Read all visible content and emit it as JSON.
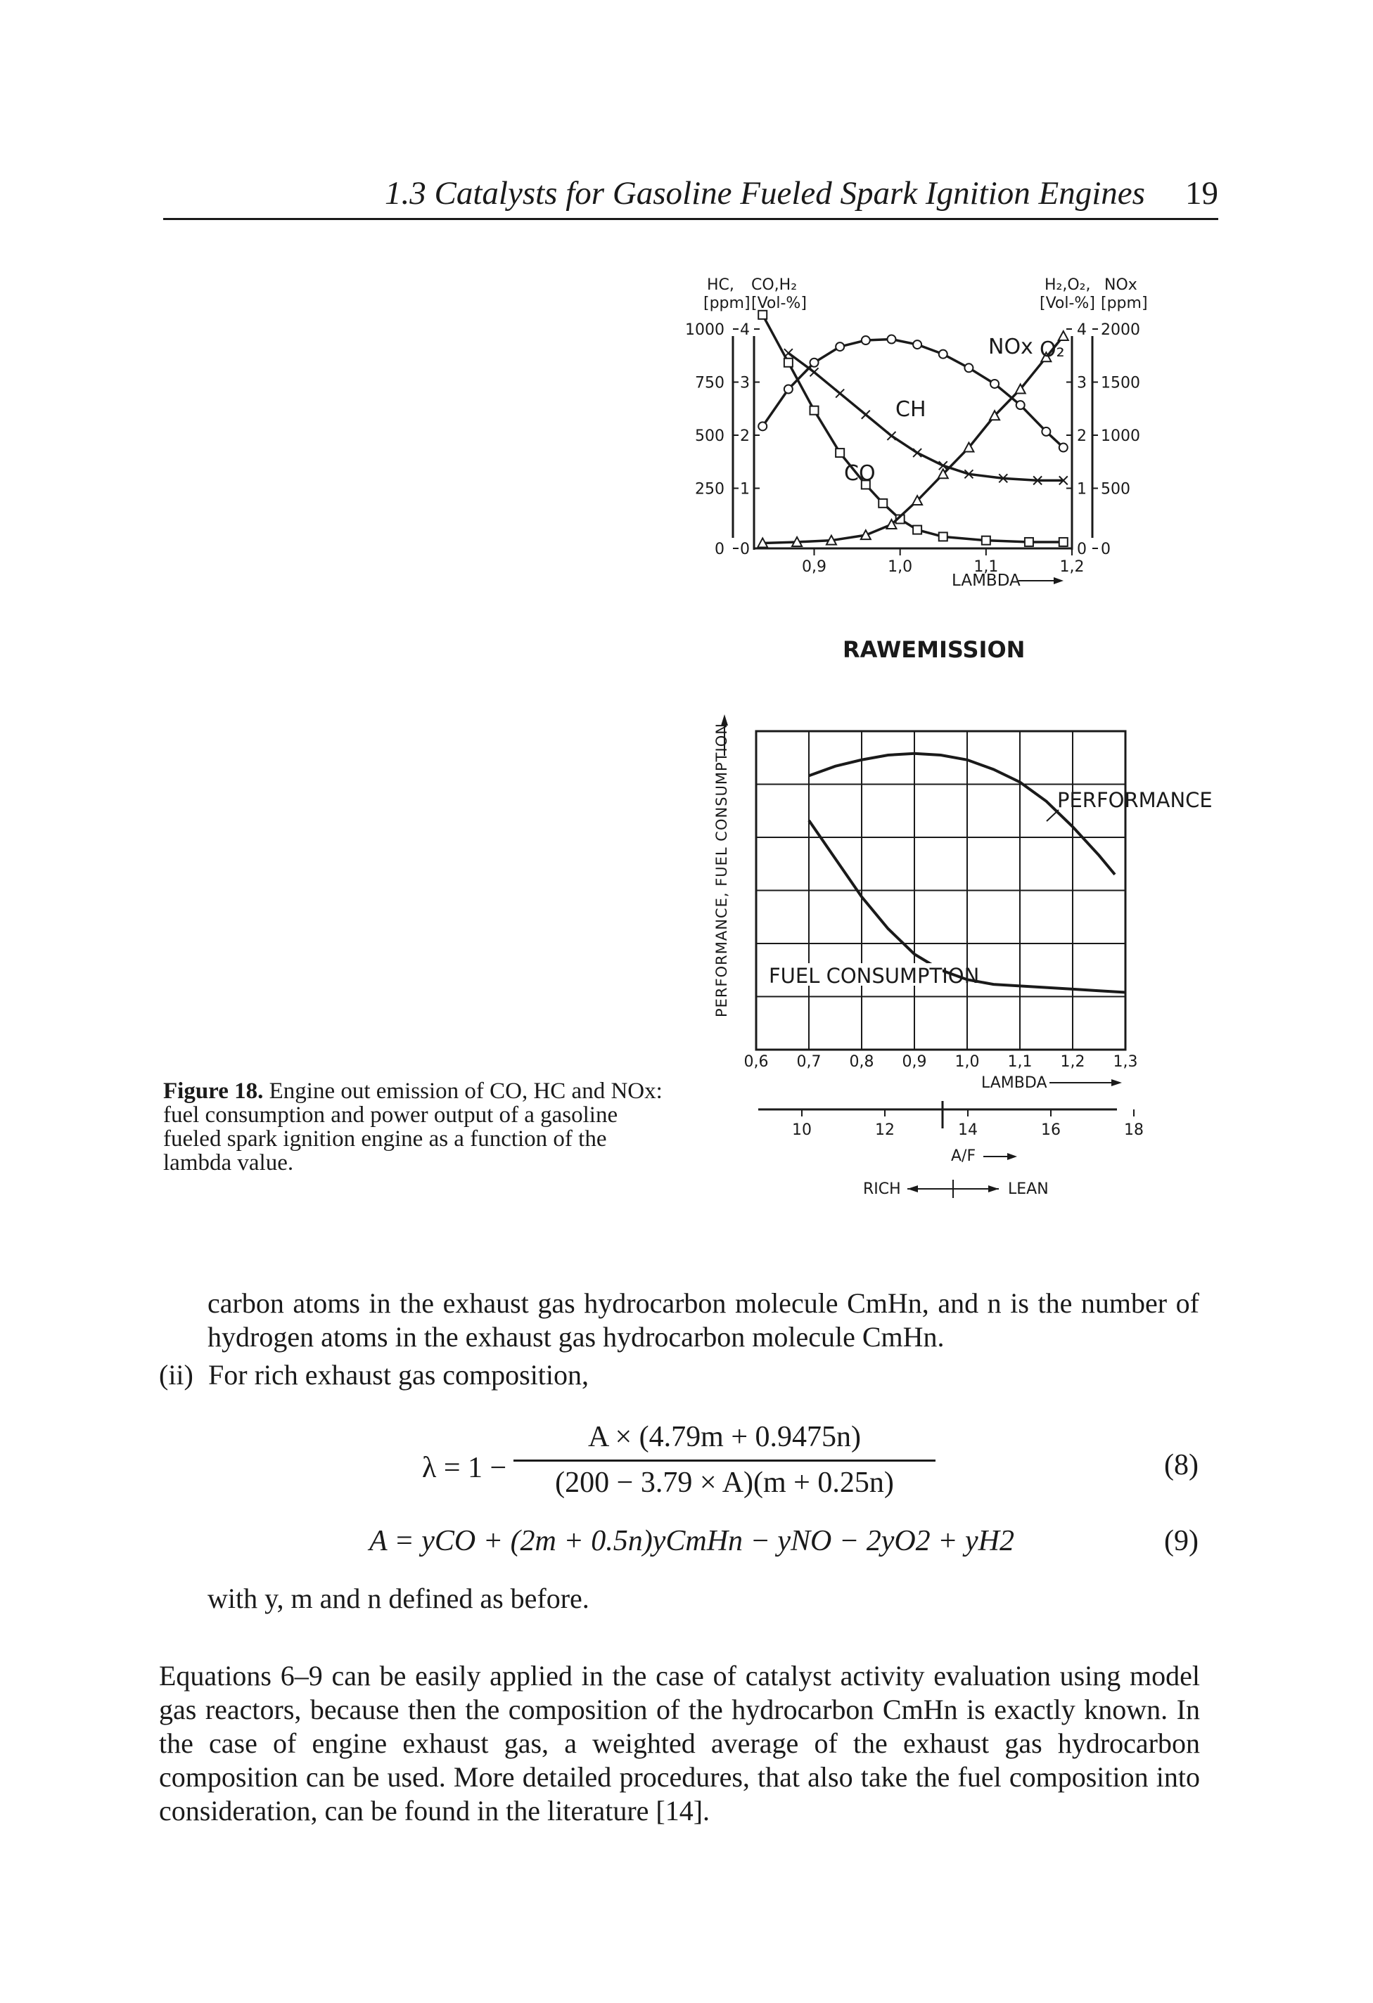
{
  "header": {
    "title": "1.3 Catalysts for Gasoline Fueled Spark Ignition Engines",
    "page_number": "19"
  },
  "figure": {
    "upper": {
      "left_axis_title_1": "HC,",
      "left_axis_unit_1": "[ppm]",
      "left_axis_title_2": "CO,H₂",
      "left_axis_unit_2": "[Vol-%]",
      "right_axis_title_1": "H₂,O₂,",
      "right_axis_unit_1": "[Vol-%]",
      "right_axis_title_2": "NOx",
      "right_axis_unit_2": "[ppm]",
      "hc_ticks": [
        "1000",
        "750",
        "500",
        "250",
        "0"
      ],
      "co_ticks": [
        "4",
        "3",
        "2",
        "1",
        "0"
      ],
      "o2_ticks": [
        "4",
        "3",
        "2",
        "1",
        "0"
      ],
      "nox_ticks": [
        "2000",
        "1500",
        "1000",
        "500",
        "0"
      ],
      "x_ticks": [
        "0,9",
        "1,0",
        "1,1",
        "1,2"
      ],
      "x_label": "LAMBDA",
      "label_nox": "NOx",
      "label_o2": "O₂",
      "label_ch": "CH",
      "label_co": "CO",
      "title": "RAWEMISSION"
    },
    "lower": {
      "y_label": "PERFORMANCE, FUEL CONSUMPTION",
      "label_performance": "PERFORMANCE",
      "label_fuel": "FUEL CONSUMPTION",
      "lambda_ticks": [
        "0,6",
        "0,7",
        "0,8",
        "0,9",
        "1,0",
        "1,1",
        "1,2",
        "1,3"
      ],
      "lambda_label": "LAMBDA",
      "af_ticks": [
        "10",
        "12",
        "14",
        "16",
        "18"
      ],
      "af_label": "A/F",
      "rich_label": "RICH",
      "lean_label": "LEAN"
    }
  },
  "chart_data": [
    {
      "type": "line",
      "title": "RAWEMISSION",
      "xlabel": "LAMBDA",
      "x_ticks": [
        0.9,
        1.0,
        1.1,
        1.2
      ],
      "xlim": [
        0.83,
        1.2
      ],
      "axes": {
        "left_outer": {
          "label": "HC [ppm]",
          "ylim": [
            0,
            1000
          ]
        },
        "left_inner": {
          "label": "CO,H2 [Vol-%]",
          "ylim": [
            0,
            4
          ]
        },
        "right_inner": {
          "label": "H2,O2 [Vol-%]",
          "ylim": [
            0,
            4
          ]
        },
        "right_outer": {
          "label": "NOx [ppm]",
          "ylim": [
            0,
            2000
          ]
        }
      },
      "series": [
        {
          "name": "CO",
          "axis": "left_inner",
          "x": [
            0.84,
            0.87,
            0.9,
            0.93,
            0.96,
            0.98,
            1.0,
            1.02,
            1.05,
            1.1,
            1.15,
            1.19
          ],
          "y": [
            4.4,
            3.5,
            2.6,
            1.8,
            1.2,
            0.85,
            0.55,
            0.35,
            0.22,
            0.15,
            0.12,
            0.12
          ]
        },
        {
          "name": "CH",
          "axis": "left_outer",
          "x": [
            0.87,
            0.9,
            0.93,
            0.96,
            0.99,
            1.02,
            1.05,
            1.08,
            1.12,
            1.16,
            1.19
          ],
          "y": [
            920,
            830,
            730,
            630,
            530,
            450,
            390,
            350,
            330,
            320,
            320
          ]
        },
        {
          "name": "NOx",
          "axis": "right_outer",
          "x": [
            0.84,
            0.87,
            0.9,
            0.93,
            0.96,
            0.99,
            1.02,
            1.05,
            1.08,
            1.11,
            1.14,
            1.17,
            1.19
          ],
          "y": [
            1150,
            1500,
            1750,
            1900,
            1960,
            1970,
            1920,
            1830,
            1700,
            1550,
            1350,
            1100,
            950
          ]
        },
        {
          "name": "O2",
          "axis": "right_inner",
          "x": [
            0.84,
            0.88,
            0.92,
            0.96,
            0.99,
            1.02,
            1.05,
            1.08,
            1.11,
            1.14,
            1.17,
            1.19
          ],
          "y": [
            0.1,
            0.12,
            0.15,
            0.25,
            0.45,
            0.9,
            1.4,
            1.9,
            2.5,
            3.0,
            3.6,
            4.0
          ]
        }
      ]
    },
    {
      "type": "line",
      "title": "",
      "xlabel": "LAMBDA",
      "ylabel": "PERFORMANCE, FUEL CONSUMPTION",
      "x_ticks": [
        0.6,
        0.7,
        0.8,
        0.9,
        1.0,
        1.1,
        1.2,
        1.3
      ],
      "xlim": [
        0.6,
        1.3
      ],
      "secondary_x": {
        "label": "A/F",
        "ticks": [
          10,
          12,
          14,
          16,
          18
        ]
      },
      "grid": true,
      "series": [
        {
          "name": "PERFORMANCE",
          "x": [
            0.7,
            0.75,
            0.8,
            0.85,
            0.9,
            0.95,
            1.0,
            1.05,
            1.1,
            1.15,
            1.2,
            1.25,
            1.28
          ],
          "y": [
            0.86,
            0.89,
            0.91,
            0.925,
            0.93,
            0.925,
            0.91,
            0.88,
            0.84,
            0.78,
            0.7,
            0.61,
            0.55
          ]
        },
        {
          "name": "FUEL CONSUMPTION",
          "x": [
            0.7,
            0.75,
            0.8,
            0.85,
            0.9,
            0.95,
            1.0,
            1.05,
            1.1,
            1.15,
            1.2,
            1.25,
            1.3
          ],
          "y": [
            0.72,
            0.6,
            0.48,
            0.38,
            0.3,
            0.25,
            0.22,
            0.205,
            0.2,
            0.195,
            0.19,
            0.185,
            0.18
          ]
        }
      ]
    }
  ],
  "caption": {
    "label": "Figure 18.",
    "text": "Engine out emission of CO, HC and NOx: fuel consumption and power output of a gasoline fueled spark ignition engine as a function of the lambda value."
  },
  "text": {
    "para1": "carbon atoms in the exhaust gas hydrocarbon molecule CmHn, and n is the number of hydrogen atoms in the exhaust gas hydrocarbon molecule CmHn.",
    "item_num": "(ii)",
    "item_text": "For rich exhaust gas composition,",
    "eq8_lhs": "λ = 1 −",
    "eq8_num": "A × (4.79m + 0.9475n)",
    "eq8_den": "(200 − 3.79 × A)(m + 0.25n)",
    "eq8_label": "(8)",
    "eq9": "A = yCO + (2m + 0.5n)yCmHn − yNO − 2yO2 + yH2",
    "eq9_label": "(9)",
    "with": "with y, m and n defined as before.",
    "para2": "Equations 6–9 can be easily applied in the case of catalyst activity evaluation using model gas reactors, because then the composition of the hydrocarbon CmHn is exactly known. In the case of engine exhaust gas, a weighted average of the exhaust gas hydrocarbon composition can be used. More detailed procedures, that also take the fuel composition into consideration, can be found in the literature [14]."
  }
}
